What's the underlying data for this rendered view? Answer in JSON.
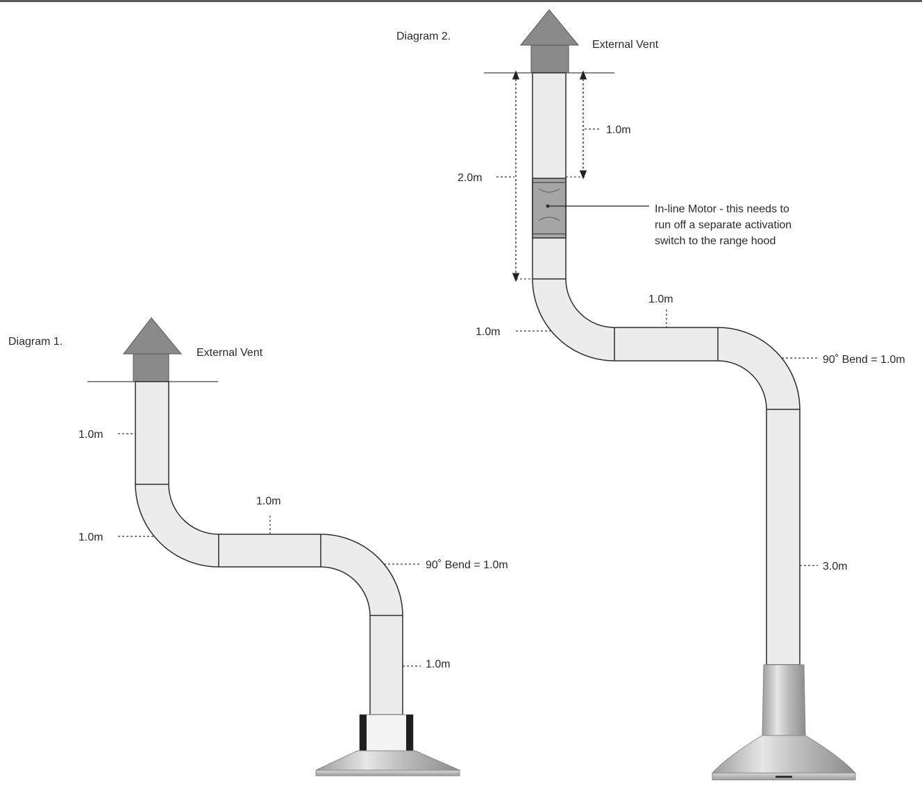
{
  "diagram1": {
    "title": "Diagram 1.",
    "vent_label": "External Vent",
    "vertical_top": "1.0m",
    "bend_top": "1.0m",
    "horizontal": "1.0m",
    "bend_bottom": "90˚ Bend = 1.0m",
    "vertical_bottom": "1.0m"
  },
  "diagram2": {
    "title": "Diagram 2.",
    "vent_label": "External Vent",
    "motor_distance": "1.0m",
    "total_vertical": "2.0m",
    "motor_line1": "In-line Motor - this needs to",
    "motor_line2": "run off a separate activation",
    "motor_line3": "switch to the range hood",
    "bend_top": "1.0m",
    "horizontal": "1.0m",
    "bend_bottom": "90˚ Bend = 1.0m",
    "vertical_bottom": "3.0m"
  },
  "colors": {
    "duct_fill": "#ececec",
    "vent_fill": "#8a8a8a",
    "outline": "#2b2b2b"
  }
}
